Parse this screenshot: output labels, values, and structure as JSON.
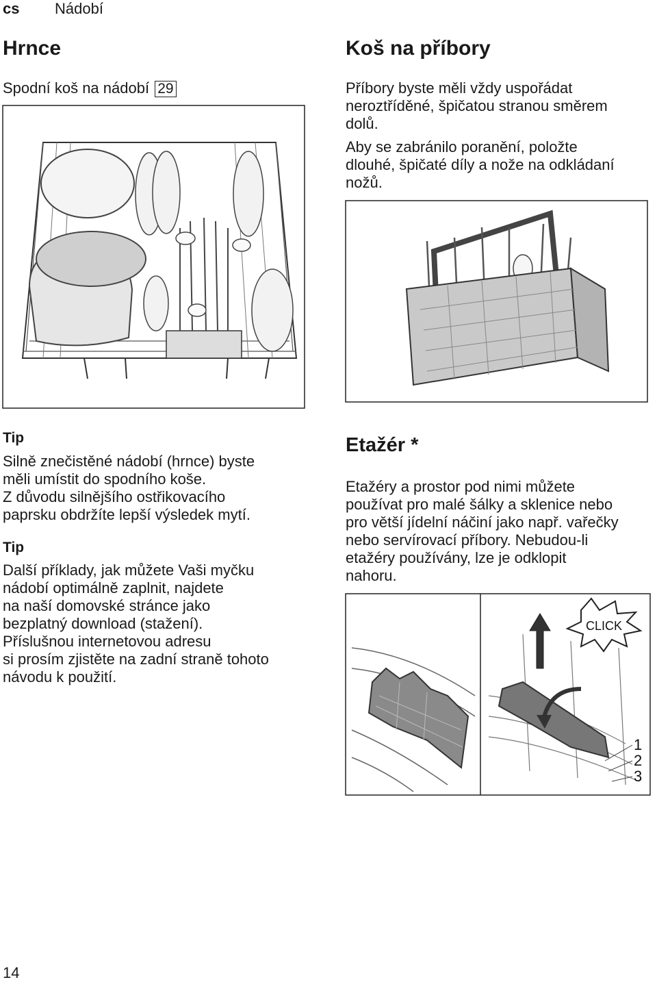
{
  "header": {
    "lang": "cs",
    "chapter": "Nádobí"
  },
  "left": {
    "title": "Hrnce",
    "caption": "Spodní koš na nádobí",
    "caption_ref": "29",
    "tip1_label": "Tip",
    "tip1_lines": [
      "Silně znečistěné nádobí (hrnce) byste",
      "měli umístit do spodního koše.",
      "Z důvodu silnějšího ostřikovacího",
      "paprsku obdržíte lepší výsledek mytí."
    ],
    "tip2_label": "Tip",
    "tip2_lines": [
      "Další příklady, jak můžete Vaši myčku",
      "nádobí optimálně zaplnit, najdete",
      "na naší domovské stránce jako",
      "bezplatný download (stažení).",
      "Příslušnou internetovou adresu",
      "si prosím zjistěte na zadní straně tohoto",
      "návodu k použití."
    ]
  },
  "right": {
    "title": "Koš na příbory",
    "para1_lines": [
      "Příbory byste měli vždy uspořádat",
      "neroztříděné, špičatou stranou směrem",
      "dolů."
    ],
    "para2_lines": [
      "Aby se zabránilo poranění, položte",
      "dlouhé, špičaté díly a nože na odkládaní",
      "nožů."
    ],
    "title2": "Etažér *",
    "para3_lines": [
      "Etažéry a prostor pod nimi můžete",
      "používat pro malé šálky a sklenice nebo",
      "pro větší jídelní náčiní jako např. vařečky",
      "nebo servírovací příbory. Nebudou-li",
      "etažéry používány, lze je odklopit",
      "nahoru."
    ],
    "figure_labels": {
      "click": "CLICK",
      "n1": "1",
      "n2": "2",
      "n3": "3"
    }
  },
  "footer": {
    "page_number": "14"
  }
}
